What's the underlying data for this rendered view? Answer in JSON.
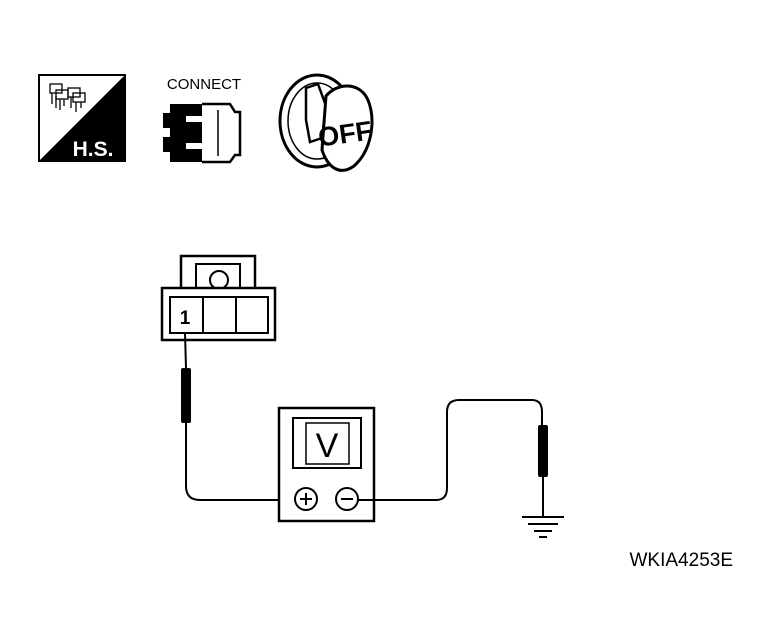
{
  "icons": {
    "harness_side_label": "H.S.",
    "connect_label": "CONNECT",
    "ignition_label": "OFF"
  },
  "connector": {
    "terminal_label": "1"
  },
  "voltmeter": {
    "display_label": "V",
    "positive_symbol": "+",
    "negative_symbol": "−"
  },
  "figure_id": "WKIA4253E",
  "colors": {
    "ink": "#000000",
    "paper": "#ffffff"
  }
}
